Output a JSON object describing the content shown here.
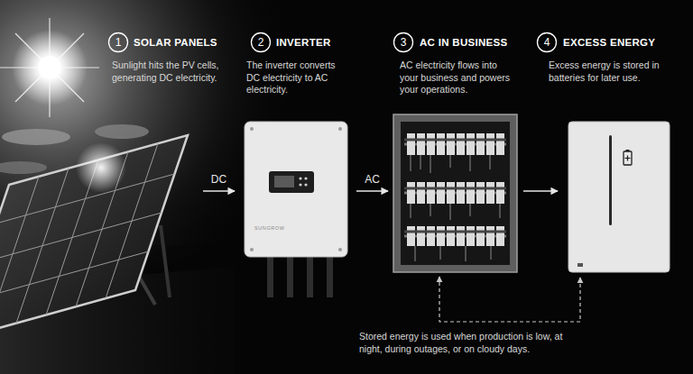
{
  "diagram": {
    "nodes": [
      {
        "text": [
          "SOLAR PANELS",
          "Sunlight hits the PV cells, generating DC electricity."
        ]
      },
      {
        "text": [
          "INVERTER",
          "The inverter converts DC electricity to AC electricity."
        ]
      },
      {
        "text": [
          "AC IN BUSINESS",
          "AC electricity flows into your business and powers your operations."
        ]
      },
      {
        "text": [
          "EXCESS ENERGY",
          "Excess energy is stored in batteries for later use."
        ]
      }
    ],
    "edges": [
      {
        "from": 0,
        "to": 1,
        "label": "DC",
        "arrow": "to"
      },
      {
        "from": 1,
        "to": 2,
        "label": "AC",
        "arrow": "to"
      },
      {
        "from": 2,
        "to": 3,
        "arrow": "to"
      },
      {
        "from": 3,
        "to": 2,
        "label": "Stored energy is used when production is low, at night, during outages, or on cloudy days.",
        "arrow": "both"
      }
    ],
    "labels": [
      "1",
      "2",
      "3",
      "4",
      "SUNGROW"
    ]
  }
}
